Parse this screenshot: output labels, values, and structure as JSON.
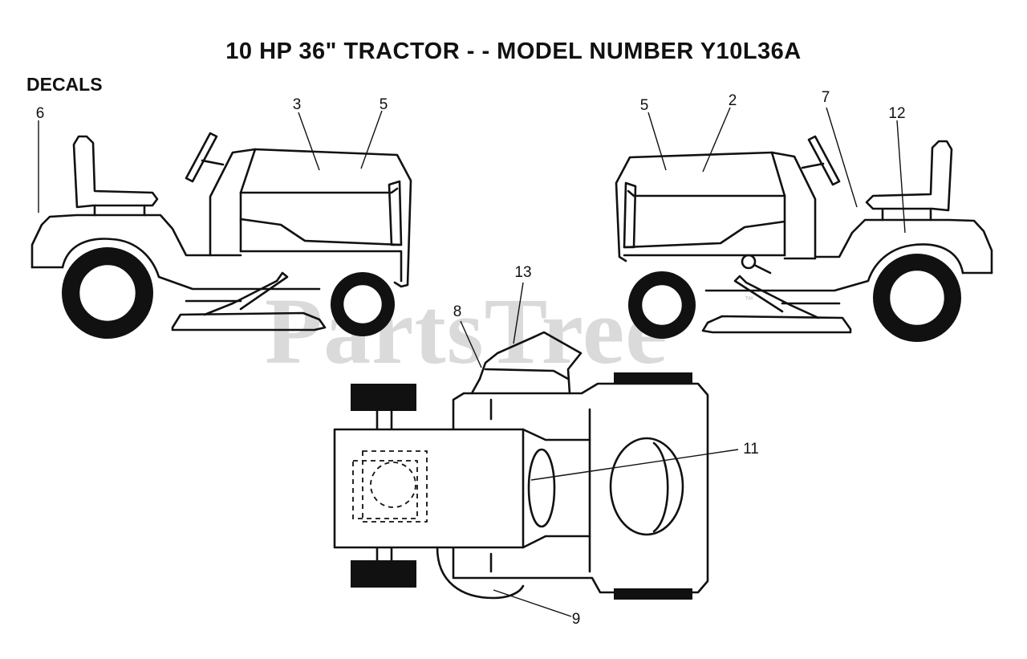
{
  "diagram": {
    "title": "10 HP 36\" TRACTOR - - MODEL NUMBER Y10L36A",
    "section_label": "DECALS",
    "watermark": "PartsTree",
    "watermark_mark": "™",
    "callouts": {
      "c2": "2",
      "c3": "3",
      "c5_left": "5",
      "c5_right": "5",
      "c6": "6",
      "c7": "7",
      "c8": "8",
      "c9": "9",
      "c11": "11",
      "c12": "12",
      "c13": "13"
    },
    "colors": {
      "line": "#111111",
      "background": "#ffffff",
      "watermark": "#bdbdbd"
    }
  }
}
